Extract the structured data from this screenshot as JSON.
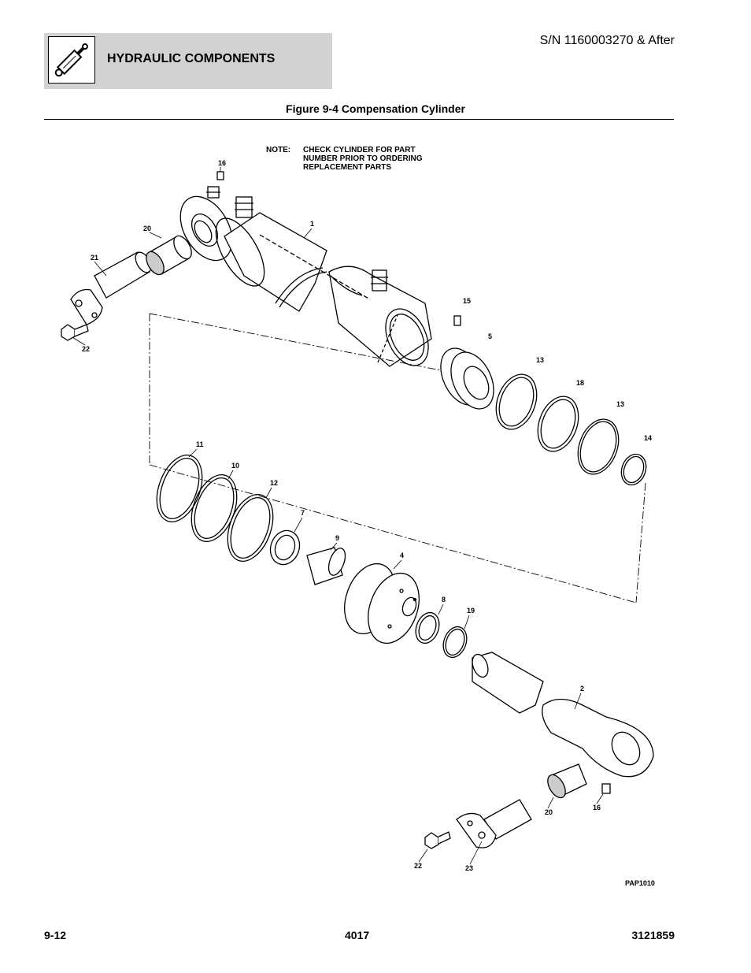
{
  "header": {
    "section_title": "HYDRAULIC COMPONENTS",
    "icon": "hydraulic-cylinder-icon",
    "serial": "S/N 1160003270 & After"
  },
  "figure": {
    "title": "Figure 9-4 Compensation Cylinder",
    "note_label": "NOTE:",
    "note_lines": [
      "CHECK CYLINDER FOR PART",
      "NUMBER PRIOR TO ORDERING",
      "REPLACEMENT PARTS"
    ],
    "drawing_id": "PAP1010",
    "callouts": [
      "16",
      "20",
      "21",
      "1",
      "22",
      "15",
      "5",
      "13",
      "18",
      "13",
      "14",
      "11",
      "10",
      "12",
      "7",
      "9",
      "4",
      "8",
      "19",
      "2",
      "20",
      "16",
      "22",
      "23"
    ]
  },
  "footer": {
    "page": "9-12",
    "model": "4017",
    "manual": "3121859"
  }
}
